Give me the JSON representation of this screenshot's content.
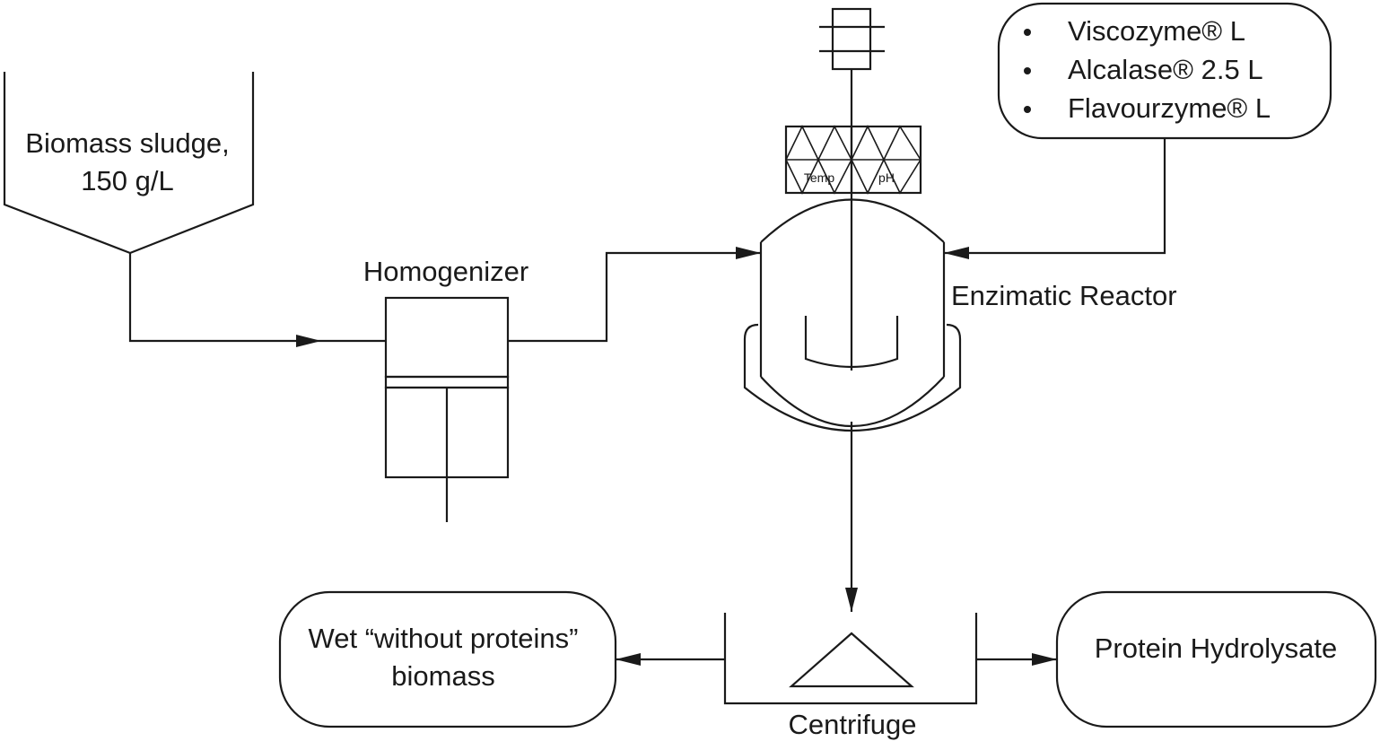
{
  "hopper": {
    "label_line1": "Biomass sludge,",
    "label_line2": "150 g/L"
  },
  "homogenizer": {
    "label": "Homogenizer"
  },
  "reactor": {
    "label": "Enzimatic Reactor",
    "sensor_temp": "Temp",
    "sensor_ph": "pH"
  },
  "enzymes": {
    "items": [
      "Viscozyme® L",
      "Alcalase® 2.5 L",
      "Flavourzyme® L"
    ]
  },
  "centrifuge": {
    "label": "Centrifuge"
  },
  "outputs": {
    "wet_line1": "Wet “without proteins”",
    "wet_line2": "biomass",
    "hydrolysate": "Protein Hydrolysate"
  }
}
